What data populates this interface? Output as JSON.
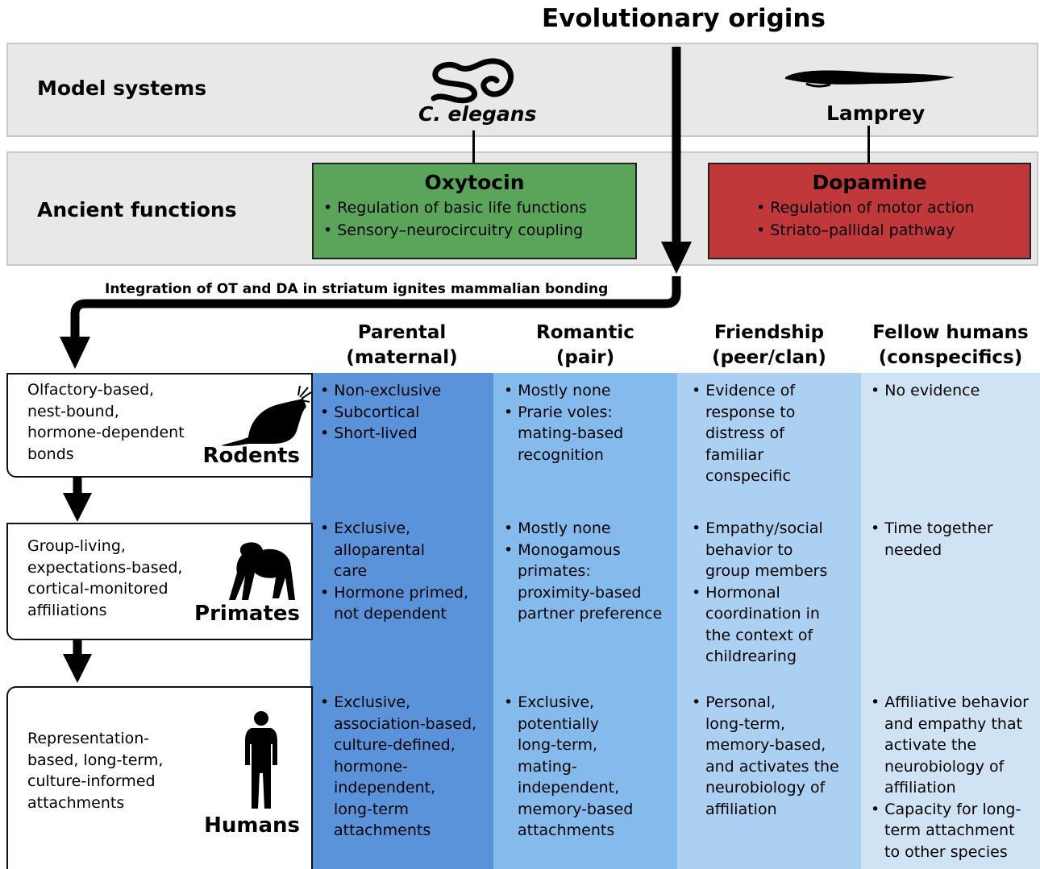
{
  "title": "Evolutionary origins",
  "bands": {
    "model_systems": {
      "label": "Model systems",
      "organisms": [
        "C. elegans",
        "Lamprey"
      ]
    },
    "ancient_functions": {
      "label": "Ancient functions",
      "oxytocin": {
        "title": "Oxytocin",
        "bullets": [
          "Regulation of basic life functions",
          "Sensory–neurocircuitry coupling"
        ],
        "color": "#5aa55a"
      },
      "dopamine": {
        "title": "Dopamine",
        "bullets": [
          "Regulation of motor action",
          "Striato–pallidal pathway"
        ],
        "color": "#c0383a"
      }
    }
  },
  "integration_text": "Integration of OT and DA in striatum ignites mammalian bonding",
  "columns": [
    {
      "line1": "Parental",
      "line2": "(maternal)",
      "color": "#5b93db"
    },
    {
      "line1": "Romantic",
      "line2": "(pair)",
      "color": "#85baed"
    },
    {
      "line1": "Friendship",
      "line2": "(peer/clan)",
      "color": "#abd0f1"
    },
    {
      "line1": "Fellow humans",
      "line2": "(conspecifics)",
      "color": "#cfe3f5"
    }
  ],
  "rows": [
    {
      "name": "Rodents",
      "icon": "mole-rat-silhouette-icon",
      "desc": [
        "Olfactory-based,",
        "nest-bound,",
        "hormone-dependent",
        "bonds"
      ],
      "cells": [
        [
          [
            "Non-exclusive"
          ],
          [
            "Subcortical"
          ],
          [
            "Short-lived"
          ]
        ],
        [
          [
            "Mostly none"
          ],
          [
            "Prarie voles:",
            "mating-based",
            "recognition"
          ]
        ],
        [
          [
            "Evidence of",
            "response to",
            "distress of",
            "familiar",
            "conspecific"
          ]
        ],
        [
          [
            "No evidence"
          ]
        ]
      ]
    },
    {
      "name": "Primates",
      "icon": "chimpanzee-silhouette-icon",
      "desc": [
        "Group-living,",
        "expectations-based,",
        "cortical-monitored",
        "affiliations"
      ],
      "cells": [
        [
          [
            "Exclusive,",
            "alloparental",
            "care"
          ],
          [
            "Hormone primed,",
            "not dependent"
          ]
        ],
        [
          [
            "Mostly none"
          ],
          [
            "Monogamous",
            "primates:",
            "proximity-based",
            "partner preference"
          ]
        ],
        [
          [
            "Empathy/social",
            "behavior to",
            "group members"
          ],
          [
            "Hormonal",
            "coordination in",
            "the context of",
            "childrearing"
          ]
        ],
        [
          [
            "Time together",
            "needed"
          ]
        ]
      ]
    },
    {
      "name": "Humans",
      "icon": "human-silhouette-icon",
      "desc": [
        "Representation-",
        "based, long-term,",
        "culture-informed",
        "attachments"
      ],
      "cells": [
        [
          [
            "Exclusive,",
            "association-based,",
            "culture-defined,",
            "hormone-",
            "independent,",
            "long-term",
            "attachments"
          ]
        ],
        [
          [
            "Exclusive,",
            "potentially",
            "long-term,",
            "mating-",
            "independent,",
            "memory-based",
            "attachments"
          ]
        ],
        [
          [
            "Personal,",
            "long-term,",
            "memory-based,",
            "and activates the",
            "neurobiology of",
            "affiliation"
          ]
        ],
        [
          [
            "Affiliative behavior",
            "and empathy that",
            "activate the",
            "neurobiology of",
            "affiliation"
          ],
          [
            "Capacity for long-",
            "term attachment",
            "to other species"
          ]
        ]
      ]
    }
  ]
}
